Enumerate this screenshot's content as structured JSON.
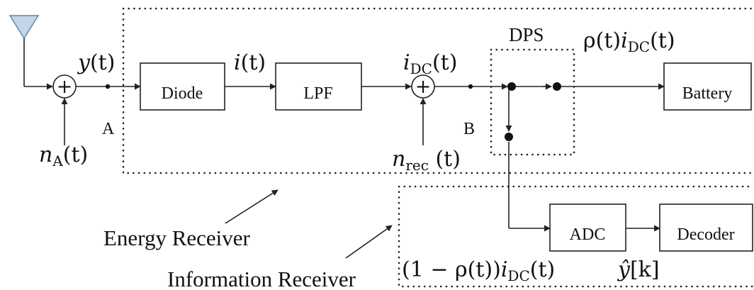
{
  "blocks": {
    "diode": "Diode",
    "lpf": "LPF",
    "battery": "Battery",
    "adc": "ADC",
    "decoder": "Decoder"
  },
  "regions": {
    "dps": "DPS",
    "energy_receiver": "Energy Receiver",
    "information_receiver": "Information Receiver"
  },
  "nodes": {
    "a": "A",
    "b": "B"
  },
  "signals": {
    "y_var": "y",
    "y_arg": "(t)",
    "i_var": "i",
    "i_arg": "(t)",
    "idc_var": "i",
    "idc_sub": "DC",
    "idc_arg": "(t)",
    "rho_prefix": "ρ(t)",
    "rho_i": "i",
    "rho_sub": "DC",
    "rho_arg": "(t)",
    "na_var": "n",
    "na_sub": "A",
    "na_arg": "(t)",
    "nrec_var": "n",
    "nrec_sub": "rec",
    "nrec_arg": " (t)",
    "info_prefix": "(1 − ρ(t))",
    "info_i": "i",
    "info_sub": "DC",
    "info_arg": "(t)",
    "yhat_var": "ŷ",
    "yhat_arg": "[k]"
  },
  "summer_symbol": "+"
}
